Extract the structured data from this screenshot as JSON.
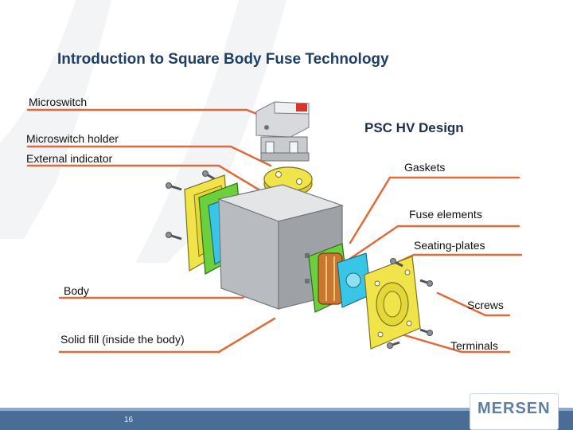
{
  "slide": {
    "title": "Introduction to Square Body Fuse Technology",
    "page_number": "16",
    "logo_text": "MERSEN"
  },
  "labels": {
    "microswitch": "Microswitch",
    "microswitch_holder": "Microswitch holder",
    "external_indicator": "External indicator",
    "psc_hv_design": "PSC HV Design",
    "gaskets": "Gaskets",
    "fuse_elements": "Fuse elements",
    "seating_plates": "Seating-plates",
    "body": "Body",
    "screws": "Screws",
    "solid_fill": "Solid fill (inside the body)",
    "terminals": "Terminals"
  },
  "colors": {
    "title": "#1f3f66",
    "leader_line": "#e06b3a",
    "footer": "#4a6d95",
    "terminal_yellow": "#f1e44a",
    "gasket_green": "#6ccf3c",
    "seating_cyan": "#39c6e6",
    "element_copper": "#c9772e",
    "body_gray": "#b8bcc0"
  }
}
